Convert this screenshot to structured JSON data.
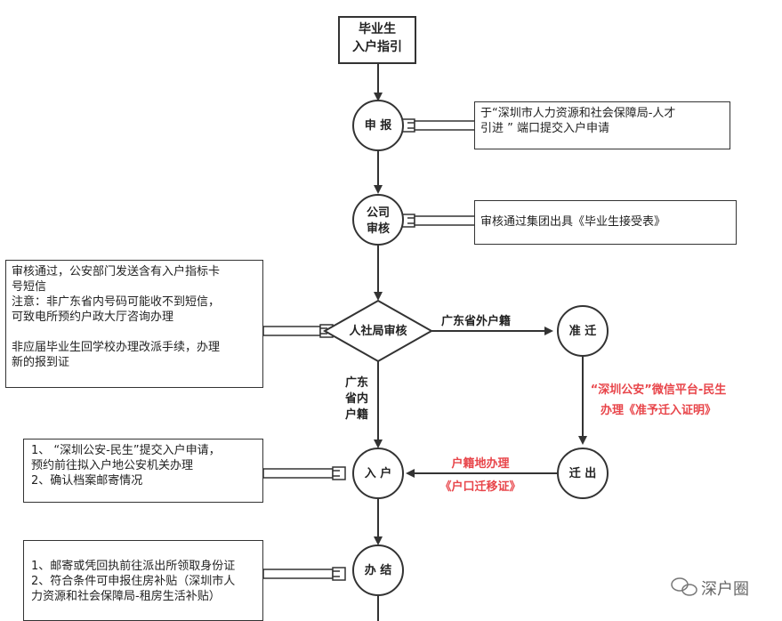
{
  "title_box": {
    "line1": "毕业生",
    "line2": "入户指引"
  },
  "steps": {
    "apply": "申 报",
    "company_line1": "公司",
    "company_line2": "审核",
    "hr_review": "人社局审核",
    "approve_move": "准 迁",
    "move_out": "迁 出",
    "register": "入 户",
    "complete": "办 结"
  },
  "notes": {
    "apply": [
      "于“深圳市人力资源和社会保障局-人才",
      "引进 ” 端口提交入户申请"
    ],
    "company": "审核通过集团出具《毕业生接受表》",
    "hr": [
      "审核通过，公安部门发送含有入户指标卡",
      "号短信",
      "注意：非广东省内号码可能收不到短信，",
      "可致电所预约户政大厅咨询办理",
      "",
      "非应届毕业生回学校办理改派手续，办理",
      "新的报到证"
    ],
    "register": [
      "1、 “深圳公安-民生”提交入户申请，",
      "预约前往拟入户地公安机关办理",
      "2、确认档案邮寄情况"
    ],
    "complete": [
      "1、邮寄或凭回执前往派出所领取身份证",
      "2、符合条件可申报住房补贴（深圳市人",
      "力资源和社会保障局-租房生活补贴）"
    ]
  },
  "edges": {
    "outside_gd": "广东省外户籍",
    "inside_gd": [
      "广东",
      "省内",
      "户籍"
    ],
    "approve_red": [
      "“深圳公安”微信平台-民生",
      "办理《准予迁入证明》"
    ],
    "hukou_red": [
      "户籍地办理",
      "《户口迁移证》"
    ]
  },
  "watermark": "深户圈",
  "colors": {
    "accent_red": "#e8454a",
    "line": "#333333"
  }
}
